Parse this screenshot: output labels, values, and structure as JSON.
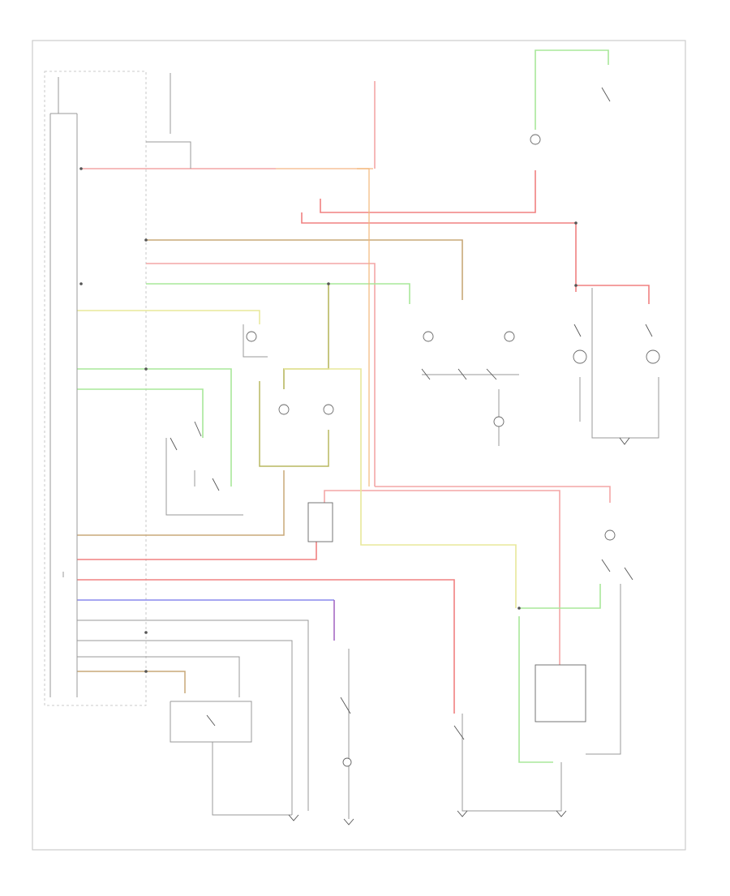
{
  "diagram": {
    "footer_code": "",
    "wire_colors": {
      "red": "#f08080",
      "pink": "#f4a6a6",
      "green": "#7ee07e",
      "light_green": "#a8e89a",
      "yellow": "#e8e89a",
      "tan": "#c8a878",
      "orange": "#f2b87a",
      "olive": "#b8b860",
      "blue": "#8888ee",
      "purple": "#a060c0",
      "gray": "#999999",
      "black": "#444444"
    },
    "components": [
      {
        "id": "fuse-box-left"
      },
      {
        "id": "headlight-switch"
      },
      {
        "id": "combination-switch"
      },
      {
        "id": "dimmer-relay"
      },
      {
        "id": "right-headlight"
      },
      {
        "id": "left-headlight"
      },
      {
        "id": "door-switch"
      },
      {
        "id": "turn-signal-relay"
      },
      {
        "id": "hazard-switch"
      },
      {
        "id": "brake-switch"
      },
      {
        "id": "rear-lamp"
      },
      {
        "id": "ground-points"
      }
    ]
  }
}
